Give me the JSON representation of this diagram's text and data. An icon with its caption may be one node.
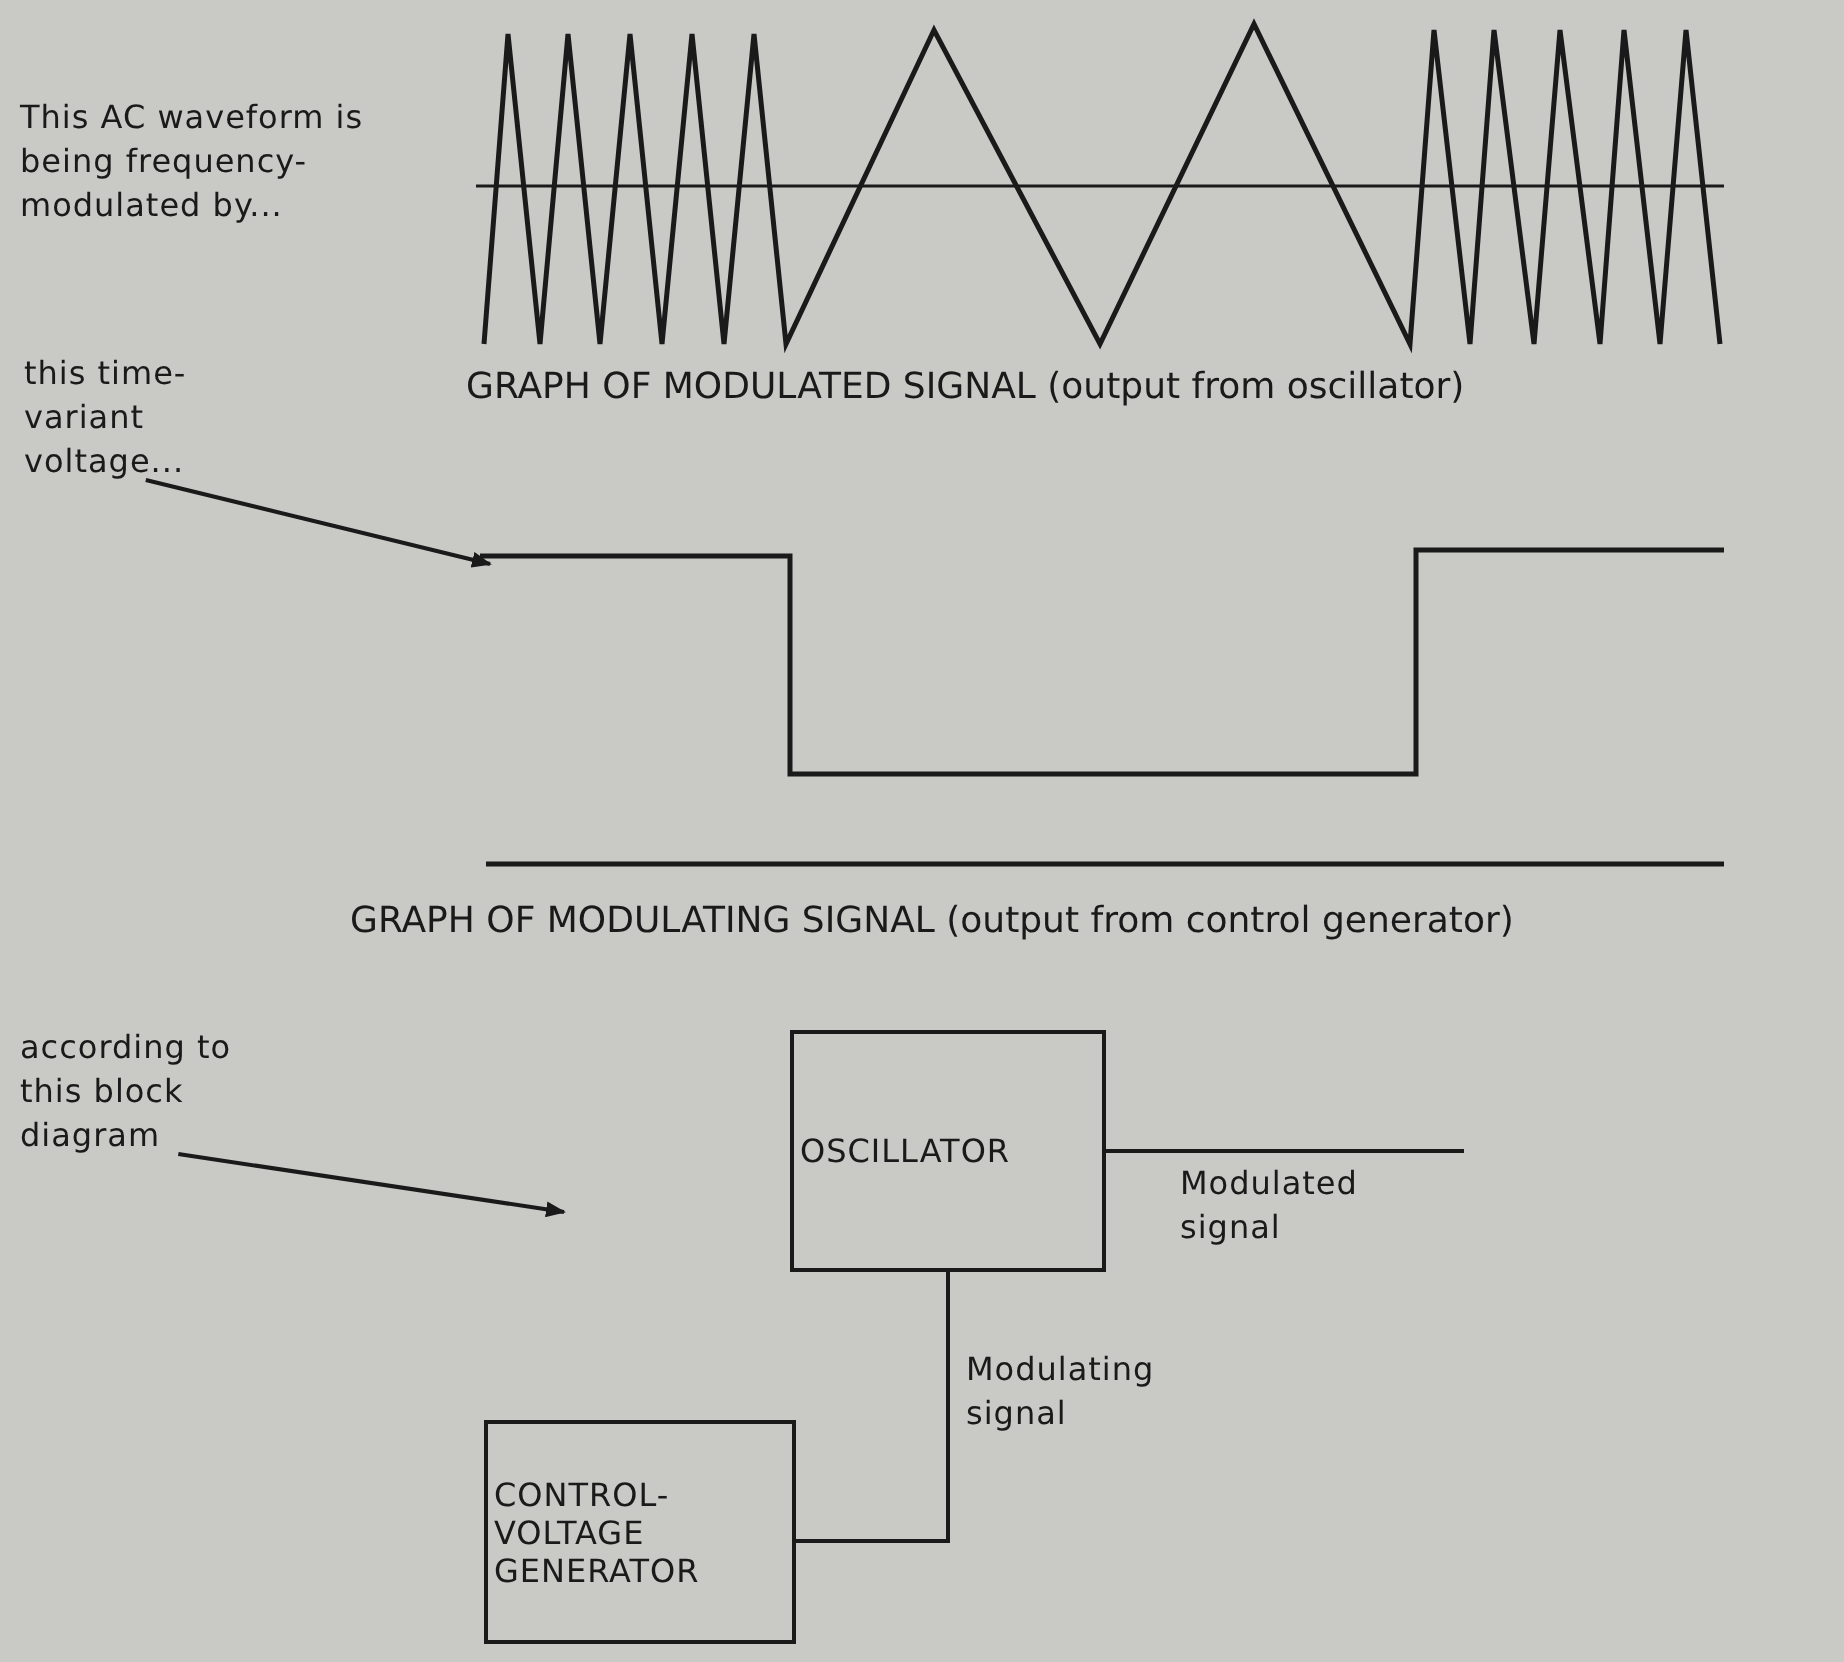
{
  "diagram": {
    "nodes": [
      {
        "text": [
          "this time-variant voltage..."
        ]
      },
      {
        "text": [
          "according to this block diagram"
        ]
      },
      {
        "text": [
          "OSCILLATOR"
        ]
      },
      {
        "text": [
          "CONTROL-VOLTAGE GENERATOR"
        ]
      }
    ],
    "edges": [
      {
        "from": 0,
        "to": null,
        "arrow": "to"
      },
      {
        "from": 1,
        "to": null,
        "arrow": "to"
      },
      {
        "from": 3,
        "to": 2,
        "arrow": "none",
        "label": "Modulating signal"
      },
      {
        "from": 2,
        "to": null,
        "arrow": "none",
        "label": "Modulated signal"
      }
    ],
    "labels": [
      "This AC waveform is being frequency-modulated by...",
      "GRAPH OF MODULATED SIGNAL (output from oscillator)",
      "GRAPH OF MODULATING SIGNAL (output from control generator)"
    ]
  }
}
